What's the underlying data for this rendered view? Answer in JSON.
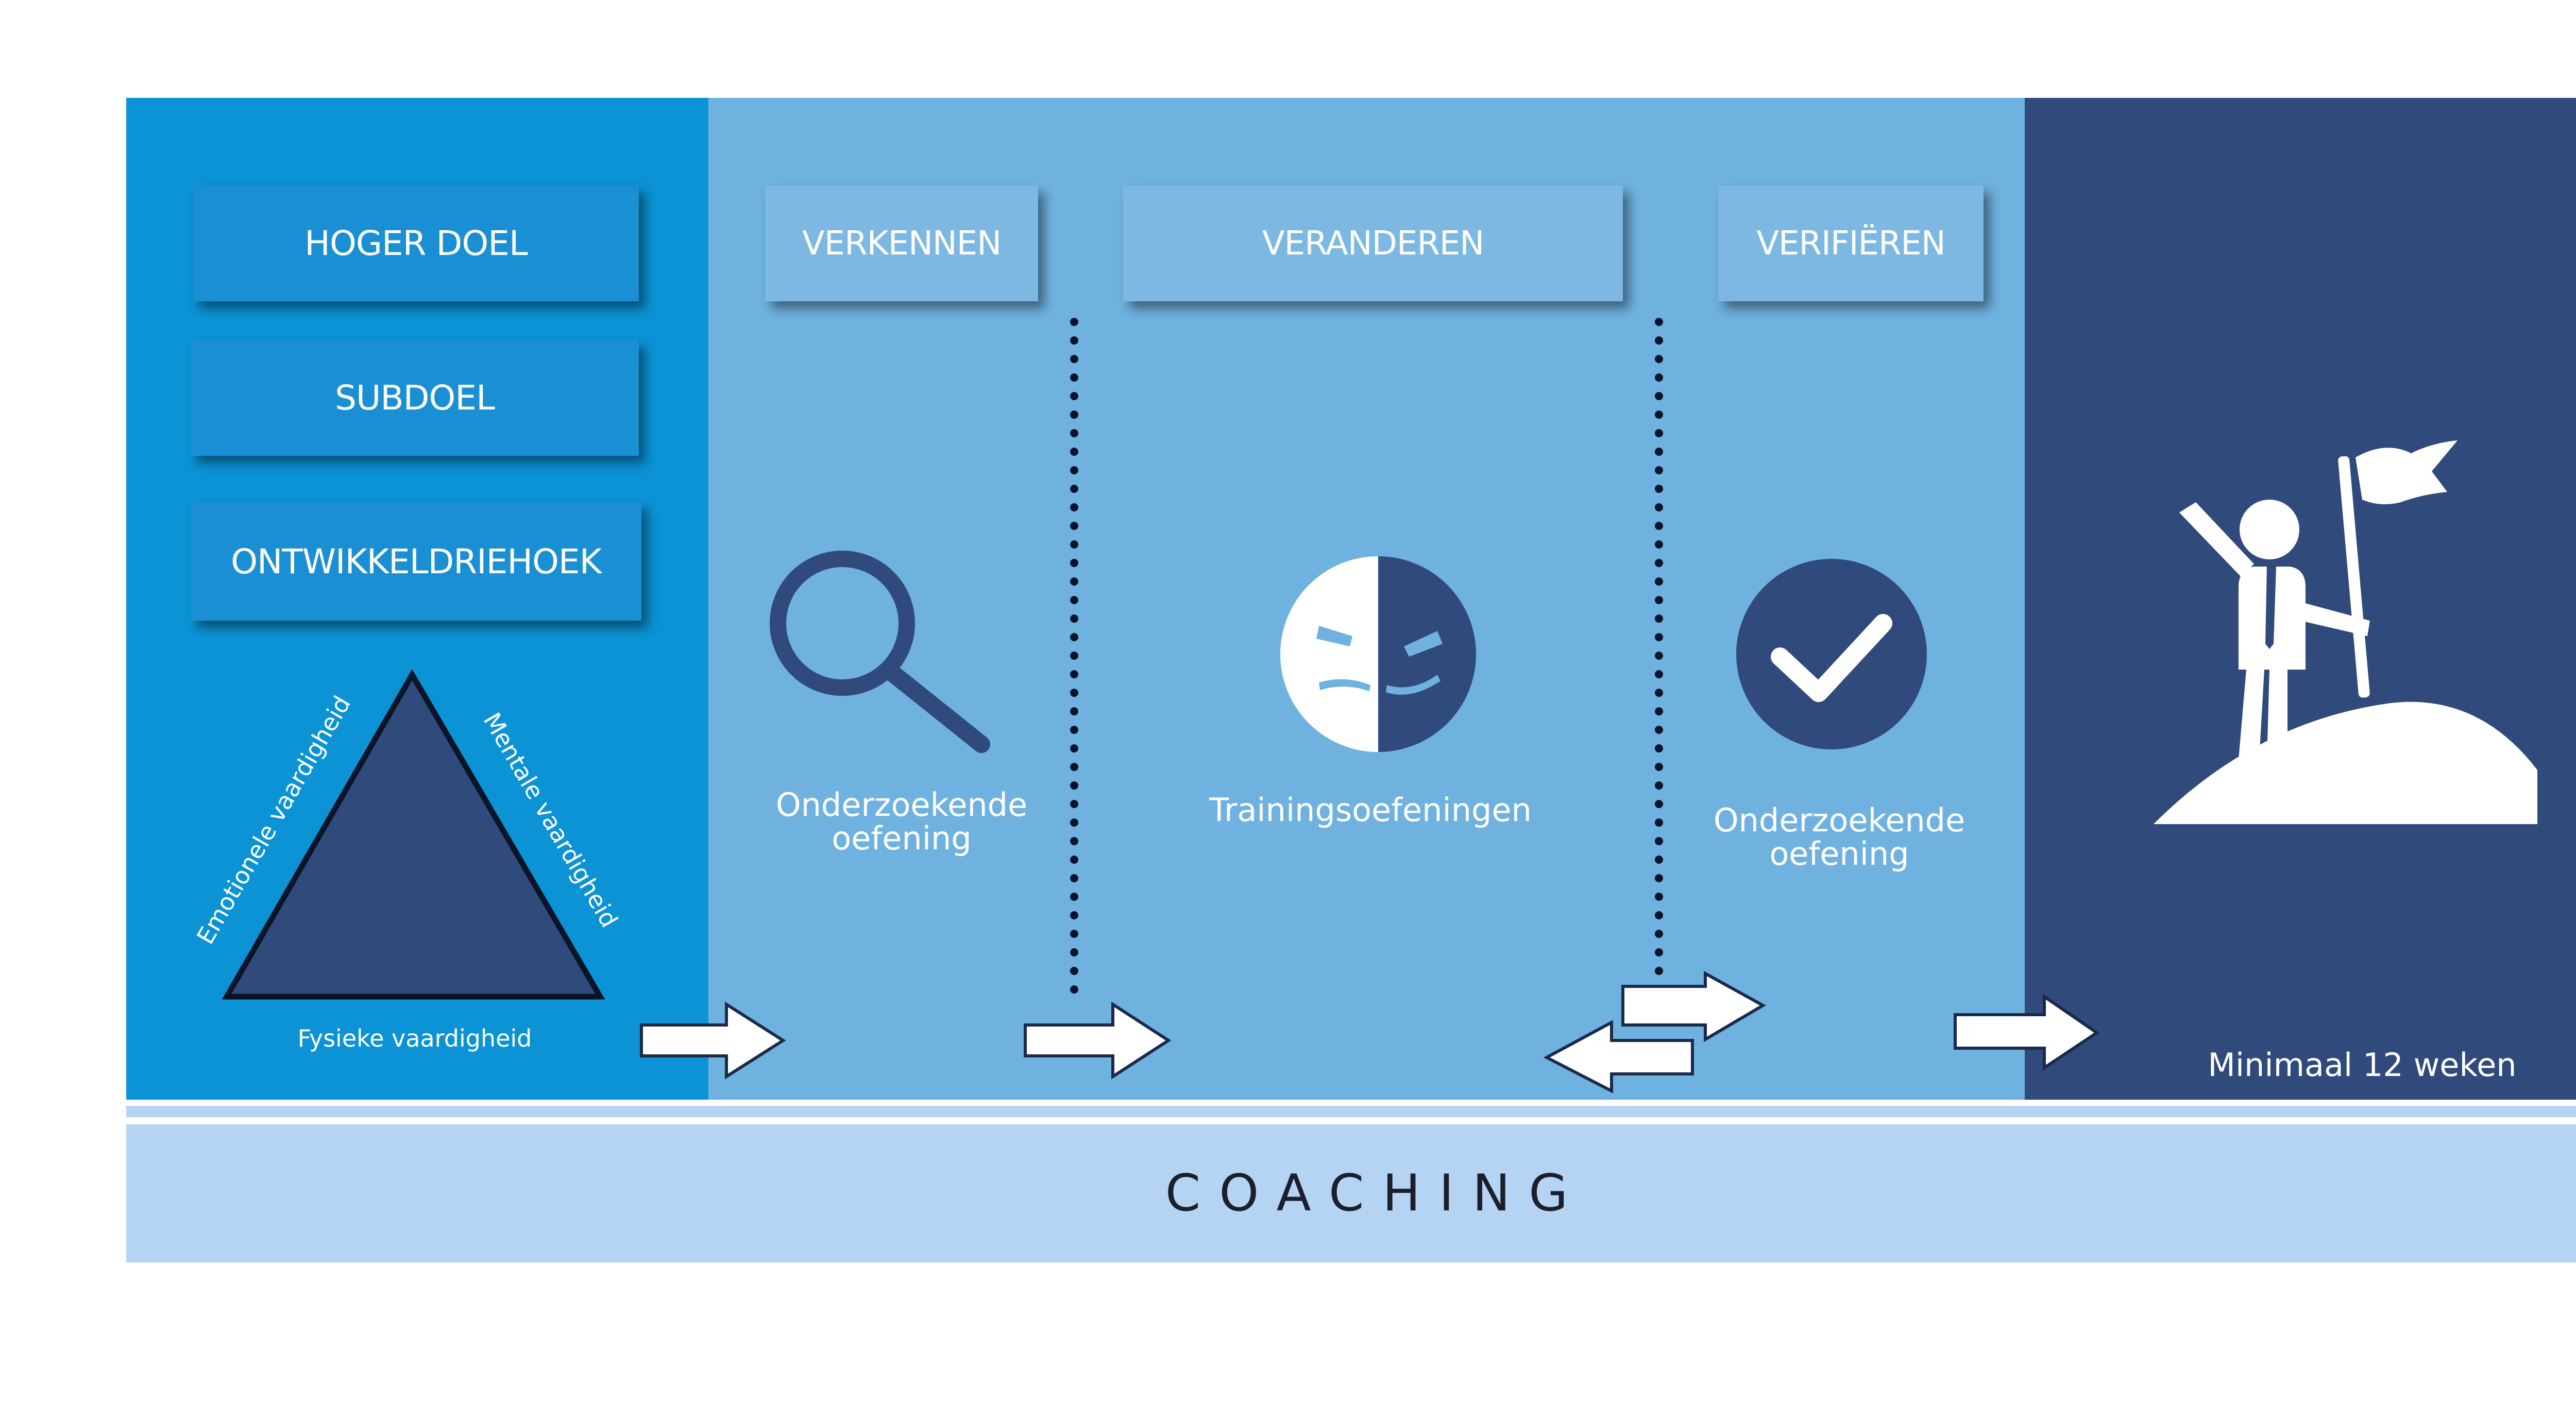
{
  "left": {
    "goal_label": "HOGER DOEL",
    "subgoal_label": "SUBDOEL",
    "triangle_label": "ONTWIKKELDRIEHOEK",
    "triangle_sides": {
      "left": "Emotionele vaardigheid",
      "right": "Mentale vaardigheid",
      "bottom": "Fysieke vaardigheid"
    }
  },
  "phases": [
    {
      "label": "VERKENNEN",
      "icon": "magnifier-icon",
      "caption_lines": [
        "Onderzoekende",
        "oefening"
      ]
    },
    {
      "label": "VERANDEREN",
      "icon": "two-faced-mask-icon",
      "caption_lines": [
        "Trainingsoefeningen"
      ]
    },
    {
      "label": "VERIFIËREN",
      "icon": "checkmark-circle-icon",
      "caption_lines": [
        "Onderzoekende",
        "oefening"
      ]
    }
  ],
  "result": {
    "icon": "person-with-flag-on-summit-icon",
    "duration_label": "Minimaal 12 weken"
  },
  "footer": {
    "label": "COACHING"
  },
  "colors": {
    "left_panel": "#0b93d5",
    "middle_panel": "#6fb2e0",
    "right_panel": "#304a7c",
    "coaching_band": "#b5d4f4",
    "icon_dark": "#304a7c",
    "white": "#ffffff"
  }
}
